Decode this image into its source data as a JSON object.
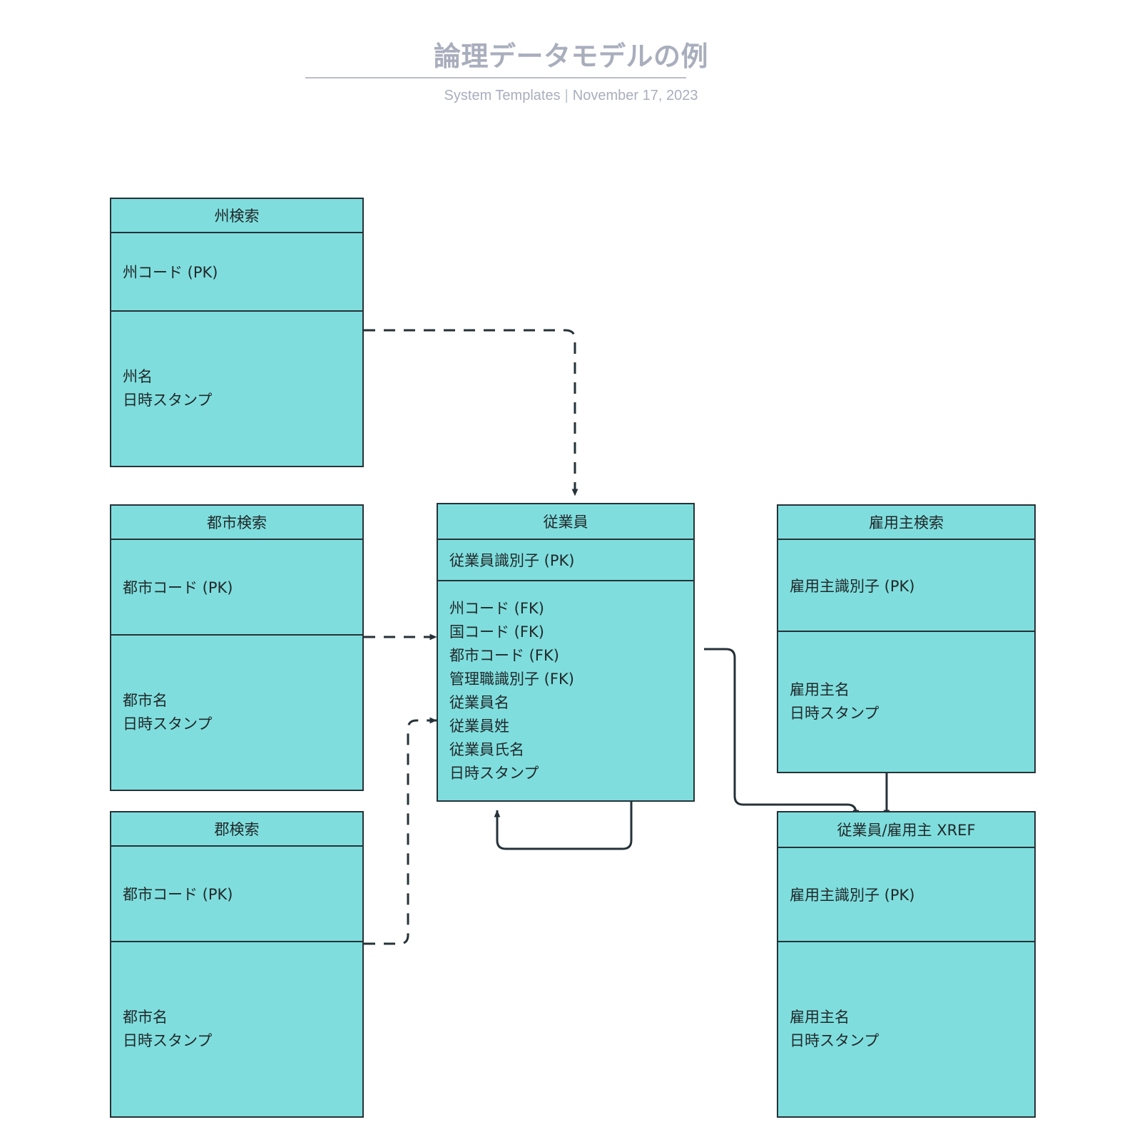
{
  "header": {
    "title": "論理データモデルの例",
    "subtitle_source": "System Templates",
    "subtitle_separator": "|",
    "subtitle_date": "November 17, 2023"
  },
  "theme": {
    "entity_fill": "#7fdedd",
    "entity_border": "#263238",
    "title_color": "#a9aebd",
    "background": "#ffffff",
    "connector_color": "#263238"
  },
  "diagram": {
    "type": "entity-relationship-diagram",
    "entities": [
      {
        "id": "state-lookup",
        "name": "州検索",
        "primary_keys": [
          "州コード (PK)"
        ],
        "attributes": [
          "州名",
          "日時スタンプ"
        ]
      },
      {
        "id": "city-lookup",
        "name": "都市検索",
        "primary_keys": [
          "都市コード (PK)"
        ],
        "attributes": [
          "都市名",
          "日時スタンプ"
        ]
      },
      {
        "id": "county-lookup",
        "name": "郡検索",
        "primary_keys": [
          "都市コード (PK)"
        ],
        "attributes": [
          "都市名",
          "日時スタンプ"
        ]
      },
      {
        "id": "employee",
        "name": "従業員",
        "primary_keys": [
          "従業員識別子 (PK)"
        ],
        "attributes": [
          "州コード (FK)",
          "国コード (FK)",
          "都市コード (FK)",
          "管理職識別子 (FK)",
          "従業員名",
          "従業員姓",
          "従業員氏名",
          "日時スタンプ"
        ]
      },
      {
        "id": "employer-lookup",
        "name": "雇用主検索",
        "primary_keys": [
          "雇用主識別子 (PK)"
        ],
        "attributes": [
          "雇用主名",
          "日時スタンプ"
        ]
      },
      {
        "id": "employee-employer-xref",
        "name": "従業員/雇用主 XREF",
        "primary_keys": [
          "雇用主識別子 (PK)"
        ],
        "attributes": [
          "雇用主名",
          "日時スタンプ"
        ]
      }
    ],
    "relationships": [
      {
        "id": "rel-state-employee",
        "from": "state-lookup",
        "to": "employee",
        "style": "dashed",
        "arrow": "to"
      },
      {
        "id": "rel-city-employee",
        "from": "city-lookup",
        "to": "employee",
        "style": "dashed",
        "arrow": "to"
      },
      {
        "id": "rel-county-employee",
        "from": "county-lookup",
        "to": "employee",
        "style": "dashed",
        "arrow": "to"
      },
      {
        "id": "rel-employee-self",
        "from": "employee",
        "to": "employee",
        "style": "solid",
        "arrow": "to"
      },
      {
        "id": "rel-employee-xref",
        "from": "employee",
        "to": "employee-employer-xref",
        "style": "solid",
        "arrow": "to"
      },
      {
        "id": "rel-employer-xref",
        "from": "employer-lookup",
        "to": "employee-employer-xref",
        "style": "solid",
        "arrow": "to"
      }
    ]
  }
}
